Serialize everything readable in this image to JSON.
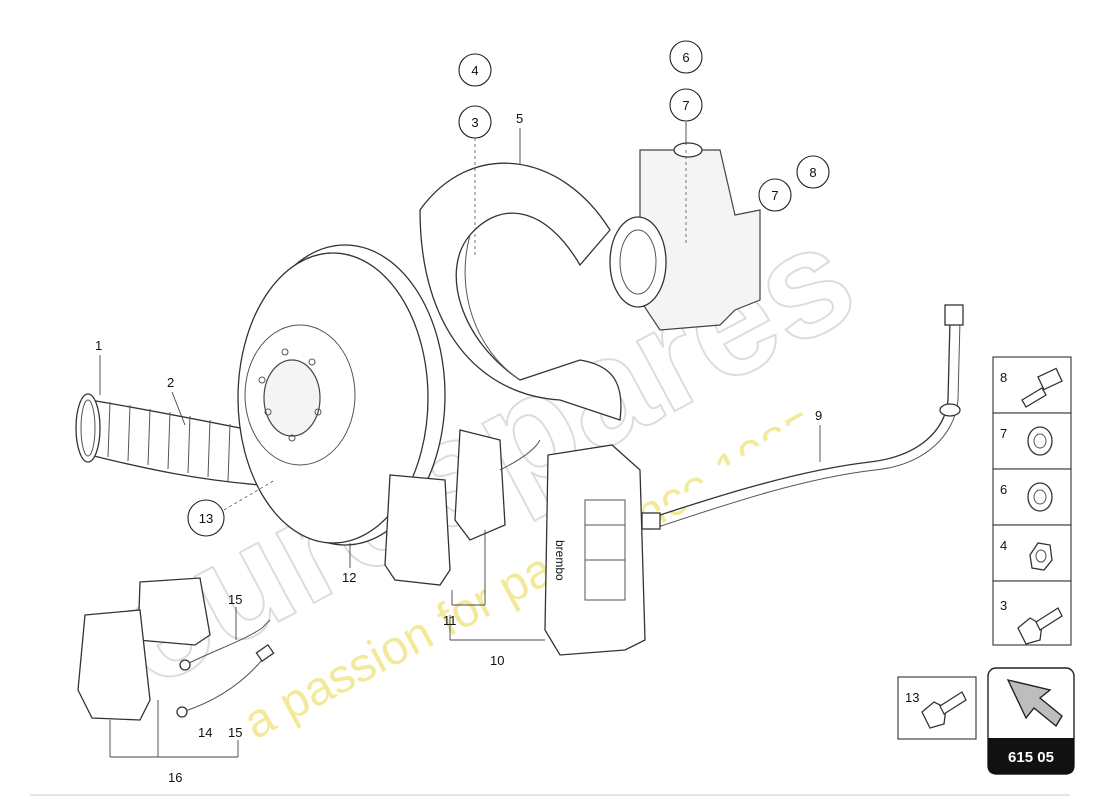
{
  "watermark": {
    "brand": "eurospares",
    "slogan": "a passion for parts since 1985"
  },
  "callouts": {
    "c1": "1",
    "c2": "2",
    "c3": "3",
    "c4": "4",
    "c5": "5",
    "c6": "6",
    "c7a": "7",
    "c7b": "7",
    "c8": "8",
    "c9": "9",
    "c10": "10",
    "c11": "11",
    "c12": "12",
    "c13": "13",
    "c14": "14",
    "c15a": "15",
    "c15b": "15",
    "c16": "16"
  },
  "caliper_brand": "brembo",
  "hardware_table": {
    "rows": [
      "8",
      "7",
      "6",
      "4",
      "3"
    ],
    "extra": "13"
  },
  "page_code": "615 05"
}
